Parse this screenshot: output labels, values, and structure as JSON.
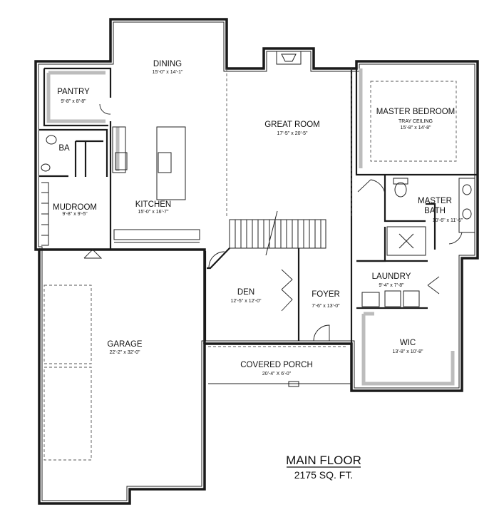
{
  "plan_title": "MAIN FLOOR",
  "plan_area": "2175 SQ. FT.",
  "rooms": {
    "dining": {
      "name": "DINING",
      "dims": "15'-0\" x 14'-1\""
    },
    "pantry": {
      "name": "PANTRY",
      "dims": "9'-8\" x 8'-8\""
    },
    "ba": {
      "name": "BA"
    },
    "great_room": {
      "name": "GREAT ROOM",
      "dims": "17'-5\" x 20'-5\""
    },
    "master_bedroom": {
      "name": "MASTER BEDROOM",
      "note": "TRAY CEILING",
      "dims": "15'-8\" x 14'-8\""
    },
    "kitchen": {
      "name": "KITCHEN",
      "dims": "15'-0\" x 16'-7\""
    },
    "mudroom": {
      "name": "MUDROOM",
      "dims": "9'-8\" x 9'-5\""
    },
    "master_bath": {
      "name_line1": "MASTER",
      "name_line2": "BATH",
      "dims": "10'-6\" x 11'-6\""
    },
    "laundry": {
      "name": "LAUNDRY",
      "dims": "9'-4\" x 7'-8\""
    },
    "den": {
      "name": "DEN",
      "dims": "12'-5\" x 12'-0\""
    },
    "foyer": {
      "name": "FOYER",
      "dims": "7'-6\" x 13'-0\""
    },
    "wic": {
      "name": "WIC",
      "dims": "13'-8\" x 10'-8\""
    },
    "garage": {
      "name": "GARAGE",
      "dims": "22'-2\" x 32'-0\""
    },
    "covered_porch": {
      "name": "COVERED PORCH",
      "dims": "20'-4\" X 6'-0\""
    }
  }
}
